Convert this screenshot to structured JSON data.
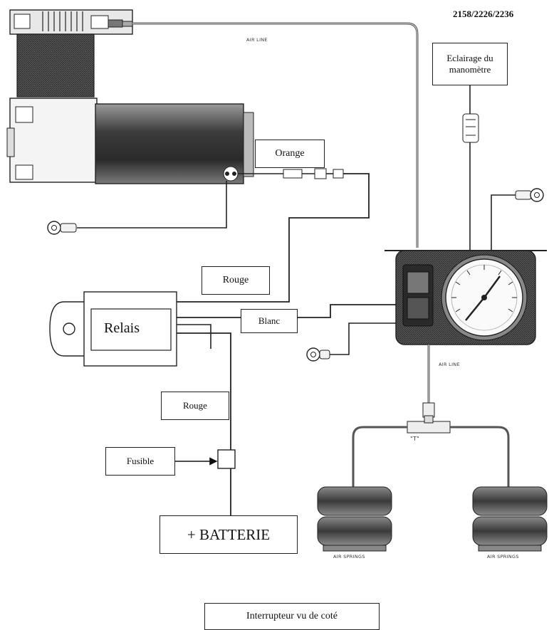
{
  "part_number": "2158/2226/2236",
  "labels": {
    "gauge_light": "Eclairage du manomètre",
    "orange": "Orange",
    "rouge_top": "Rouge",
    "relais": "Relais",
    "blanc": "Blanc",
    "rouge_bottom": "Rouge",
    "fusible": "Fusible",
    "batterie": "+ BATTERIE",
    "switch_side": "Interrupteur vu de coté",
    "air_line_top": "AIR LINE",
    "air_line_right": "AIR LINE",
    "tee": "\"T\"",
    "air_spring_left": "AIR SPRINGS",
    "air_spring_right": "AIR SPRINGS"
  }
}
